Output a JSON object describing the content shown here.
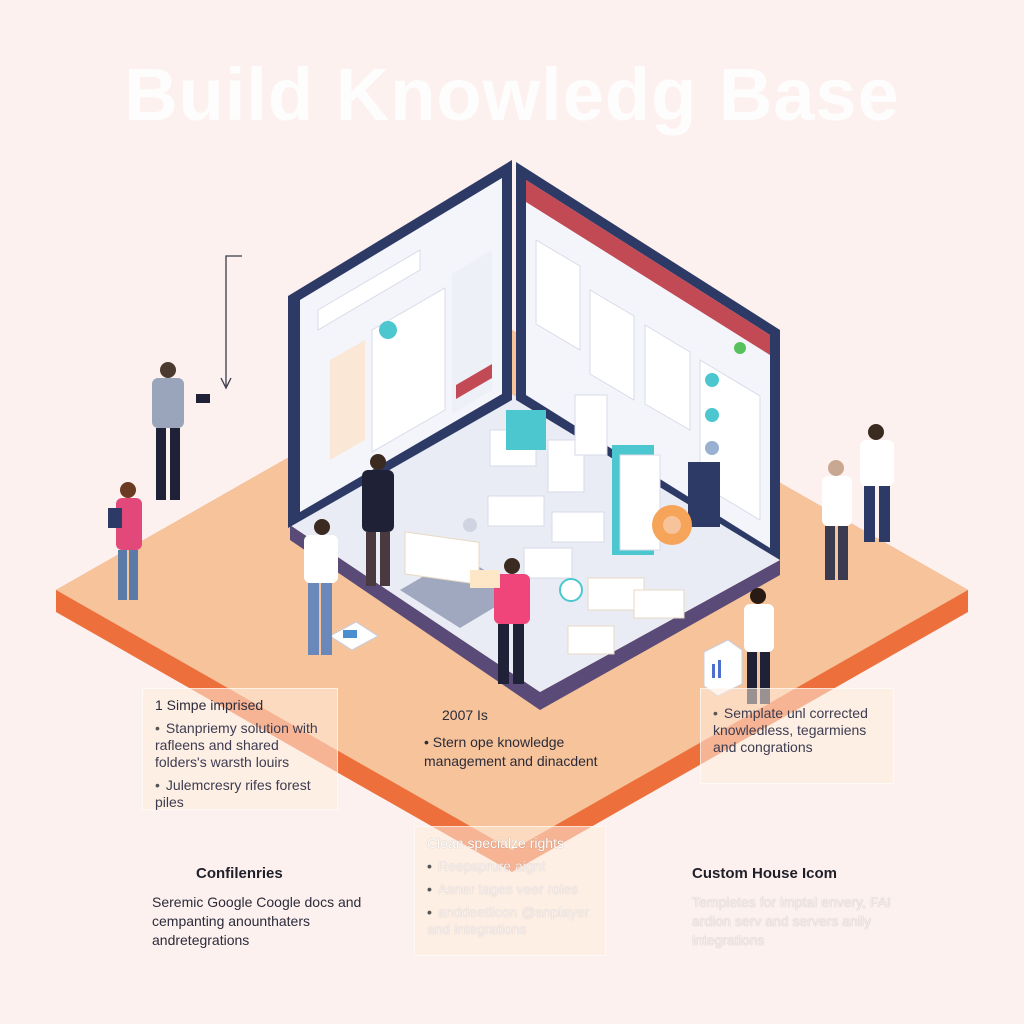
{
  "hero": {
    "title": "Build Knowledg Base"
  },
  "callouts": {
    "left": {
      "title": "1 Simpe imprised",
      "items": [
        "Stanpriemy solution with rafleens and shared folders's warsth louirs",
        "Julemcresry rifes forest piles"
      ]
    },
    "center": {
      "pretitle": "2007 Is",
      "items": [
        "Stern ope knowledge management and dinacdent"
      ]
    },
    "right": {
      "items": [
        "Semplate unl corrected knowledless, tegarmiens and congrations"
      ]
    },
    "bottom_center": {
      "title": "Clean specialze rights",
      "items": [
        "Reepsprure aignt",
        "Asner tages veer roles",
        "anddeetlicon @anplayer and integrations"
      ]
    }
  },
  "sections": {
    "left": {
      "title": "Confilenries",
      "body": "Seremic Google Coogle docs and cempanting anounthaters andretegrations"
    },
    "right": {
      "title": "Custom House Icom",
      "body": "Templetes for imptal envery, FAI ardion serv and servers anily integrations"
    }
  },
  "colors": {
    "background": "#fcf1ee",
    "platform_top": "#f6c39a",
    "platform_edge": "#ec6f3c",
    "accent_teal": "#4cc7cf",
    "accent_red": "#c24a55",
    "accent_navy": "#2e3a66"
  },
  "icons": [
    "gear-icon",
    "document-icon",
    "chart-icon",
    "folder-icon"
  ]
}
